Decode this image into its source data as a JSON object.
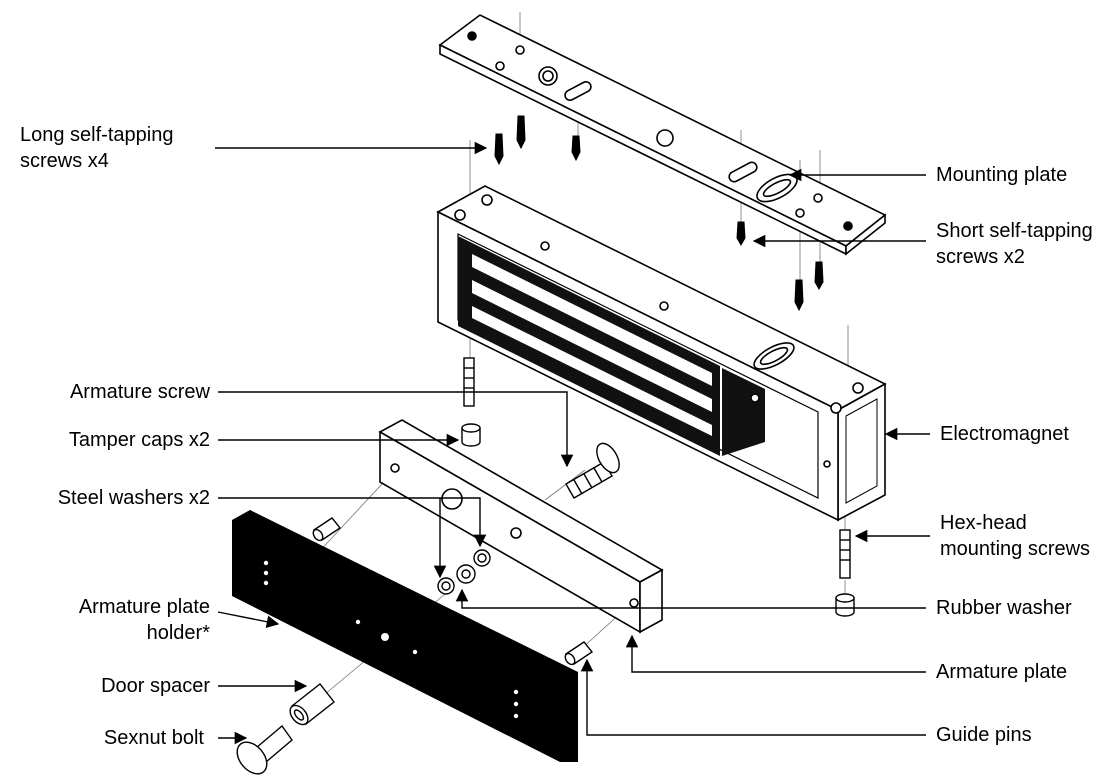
{
  "colors": {
    "ink": "#000000",
    "paper": "#ffffff",
    "magnet_core": "#111111"
  },
  "labels": {
    "long_screws": "Long self-tapping\nscrews x4",
    "mounting_plate": "Mounting plate",
    "short_screws": "Short self-tapping\nscrews x2",
    "armature_screw": "Armature screw",
    "tamper_caps": "Tamper caps x2",
    "electromagnet": "Electromagnet",
    "steel_washers": "Steel washers x2",
    "hex_screws": "Hex-head\nmounting screws",
    "plate_holder": "Armature plate\nholder*",
    "rubber_washer": "Rubber washer",
    "armature_plate": "Armature plate",
    "door_spacer": "Door spacer",
    "sexnut_bolt": "Sexnut bolt",
    "guide_pins": "Guide pins"
  }
}
